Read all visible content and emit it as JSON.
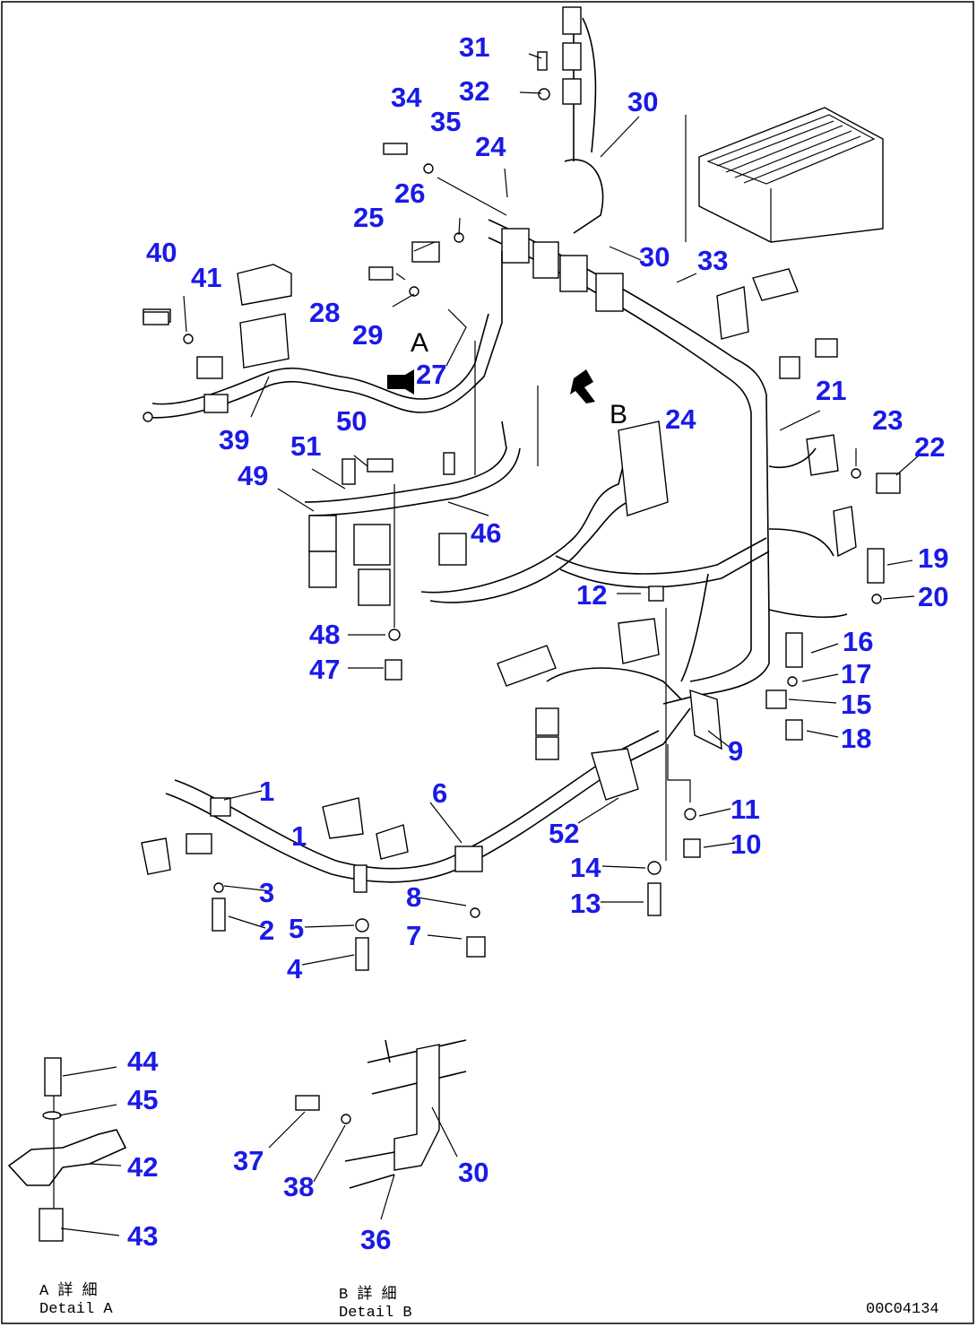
{
  "callouts": [
    "31",
    "32",
    "34",
    "35",
    "30",
    "24",
    "26",
    "25",
    "33",
    "40",
    "41",
    "28",
    "29",
    "27",
    "39",
    "50",
    "51",
    "49",
    "46",
    "21",
    "23",
    "22",
    "19",
    "20",
    "12",
    "48",
    "47",
    "16",
    "17",
    "15",
    "18",
    "9",
    "1",
    "6",
    "52",
    "11",
    "10",
    "3",
    "2",
    "5",
    "4",
    "8",
    "7",
    "14",
    "13",
    "44",
    "45",
    "42",
    "43",
    "37",
    "38",
    "36"
  ],
  "view_letters": {
    "a": "A",
    "b": "B"
  },
  "detail_a": {
    "jp": "A 詳 細",
    "en": "Detail A"
  },
  "detail_b": {
    "jp": "B 詳 細",
    "en": "Detail B"
  },
  "drawing_code": "00C04134",
  "icons": [
    "arrow-a-icon",
    "arrow-b-icon"
  ]
}
